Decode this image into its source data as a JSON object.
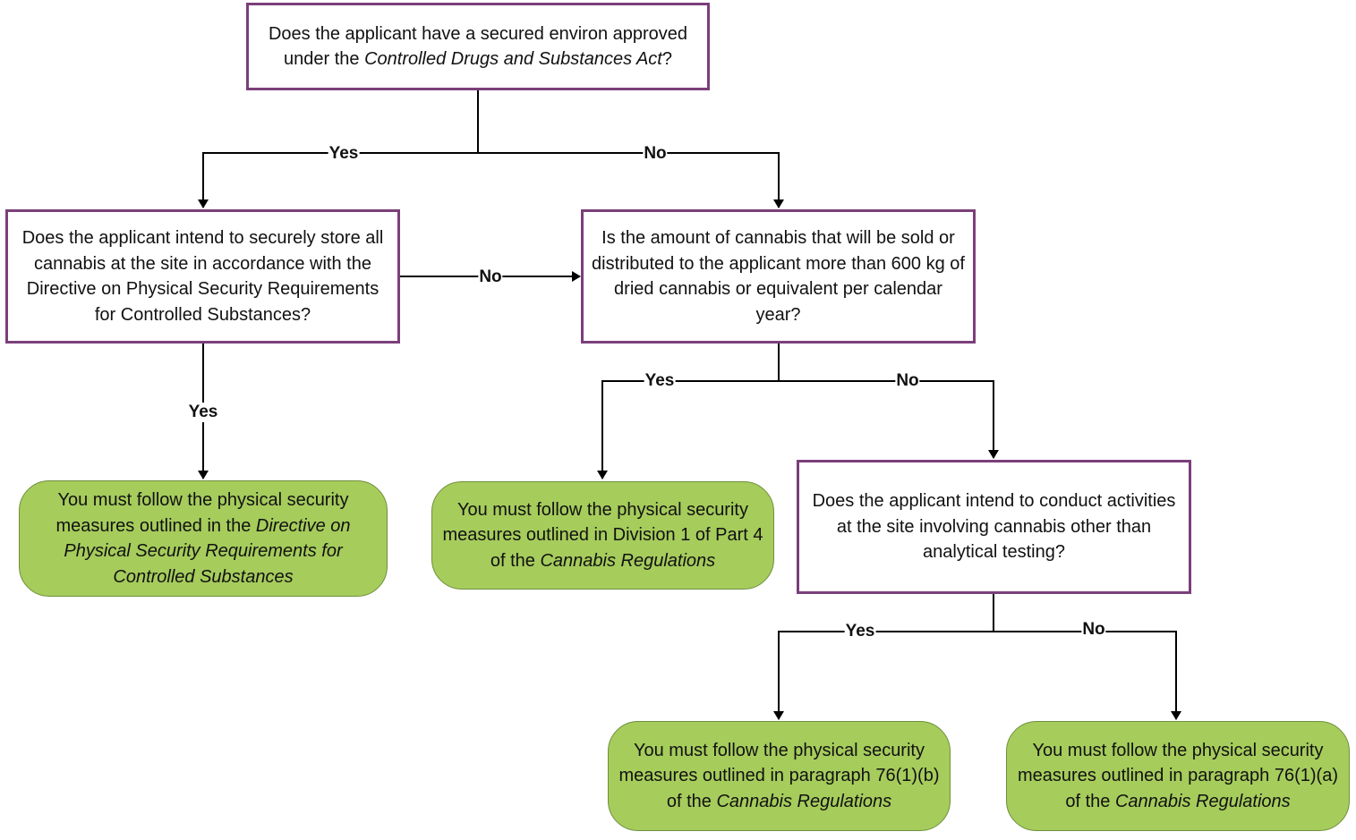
{
  "nodes": {
    "q1": {
      "pre": "Does the applicant have a secured environ approved under the ",
      "em": "Controlled Drugs and Substances Act",
      "post": "?"
    },
    "q2": {
      "text": "Does the applicant intend to securely store all cannabis at the site in accordance with the Directive on Physical Security Requirements for Controlled Substances?"
    },
    "q3": {
      "text": "Is the amount of cannabis that will be sold or distributed to the applicant more than 600 kg of dried cannabis or equivalent per calendar year?"
    },
    "q4": {
      "text": "Does the applicant intend to conduct activities at the site involving cannabis other than analytical testing?"
    },
    "r1": {
      "pre": "You must follow the physical security measures outlined in the ",
      "em": "Directive on Physical Security Requirements for Controlled Substances",
      "post": ""
    },
    "r2": {
      "pre": "You must follow the physical security measures outlined in Division 1 of Part 4 of the ",
      "em": "Cannabis Regulations",
      "post": ""
    },
    "r3": {
      "pre": "You must follow the physical security measures outlined in paragraph 76(1)(b) of the ",
      "em": "Cannabis Regulations",
      "post": ""
    },
    "r4": {
      "pre": "You must follow the physical security measures outlined in paragraph 76(1)(a) of the ",
      "em": "Cannabis Regulations",
      "post": ""
    }
  },
  "labels": {
    "q1_yes": "Yes",
    "q1_no": "No",
    "q2_no": "No",
    "q2_yes": "Yes",
    "q3_yes": "Yes",
    "q3_no": "No",
    "q4_yes": "Yes",
    "q4_no": "No"
  },
  "colors": {
    "question_border": "#7b3f7a",
    "result_fill": "#a6cc5c",
    "result_border": "#6f8f3c",
    "connector": "#000000"
  }
}
